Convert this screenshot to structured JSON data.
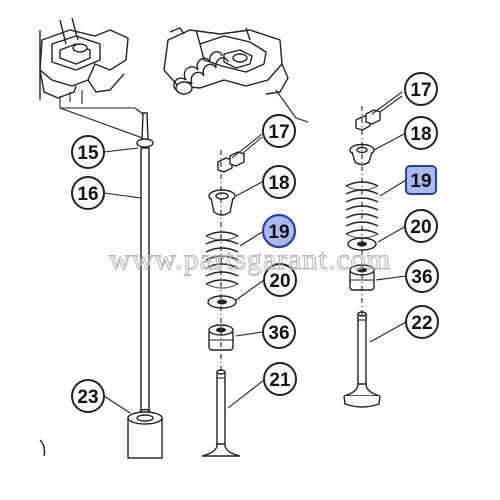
{
  "colors": {
    "ink": "#222222",
    "highlight_fill": "#aab9ef",
    "highlight_stroke": "#2b3fa8",
    "watermark": "#b5b5b5"
  },
  "callouts": {
    "c15": "15",
    "c16": "16",
    "c23": "23",
    "c17a": "17",
    "c18a": "18",
    "c19a": "19",
    "c20a": "20",
    "c36a": "36",
    "c21": "21",
    "c17b": "17",
    "c18b": "18",
    "c19b": "19",
    "c20b": "20",
    "c36b": "36",
    "c22": "22"
  },
  "highlighted_parts": [
    "19"
  ],
  "watermark": "www.partsgarant.com"
}
